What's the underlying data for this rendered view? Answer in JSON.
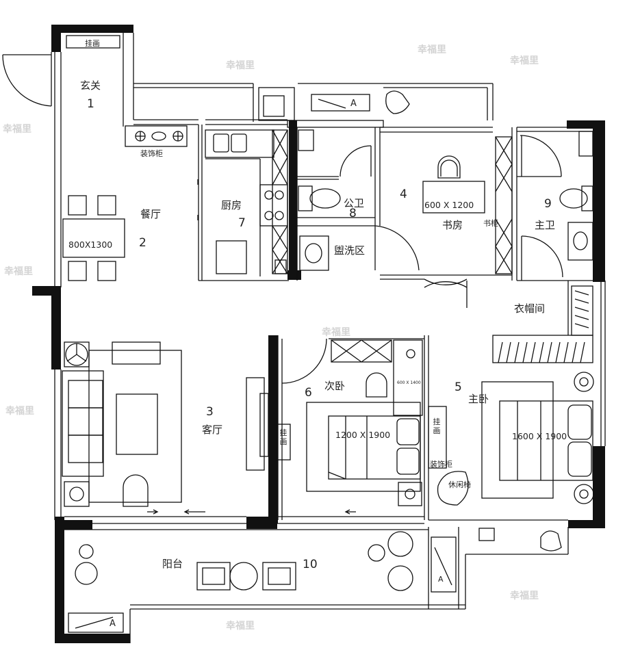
{
  "rooms": {
    "entrance": {
      "name": "玄关",
      "number": "1"
    },
    "dining": {
      "name": "餐厅",
      "number": "2"
    },
    "living": {
      "name": "客厅",
      "number": "3"
    },
    "study": {
      "name": "书房",
      "number": "4"
    },
    "master": {
      "name": "主卧",
      "number": "5"
    },
    "second": {
      "name": "次卧",
      "number": "6"
    },
    "kitchen": {
      "name": "厨房",
      "number": "7"
    },
    "public_bath": {
      "name": "公卫",
      "number": "8"
    },
    "master_bath": {
      "name": "主卫",
      "number": "9"
    },
    "balcony": {
      "name": "阳台",
      "number": "10"
    },
    "wash": {
      "name": "盥洗区"
    },
    "cloak": {
      "name": "衣帽间"
    }
  },
  "labels": {
    "hanging_art": "挂画",
    "deco_cabinet": "装饰柜",
    "lounge_chair": "休闲椅",
    "study_shelf": "书柜"
  },
  "dimensions": {
    "dining_table": "800X1300",
    "study_desk": "600 X 1200",
    "second_bed": "1200 X 1900",
    "master_bed": "1600 X 1900",
    "second_desk": "600 X 1400"
  },
  "appliance": {
    "letter": "A"
  },
  "watermark": "幸福里"
}
